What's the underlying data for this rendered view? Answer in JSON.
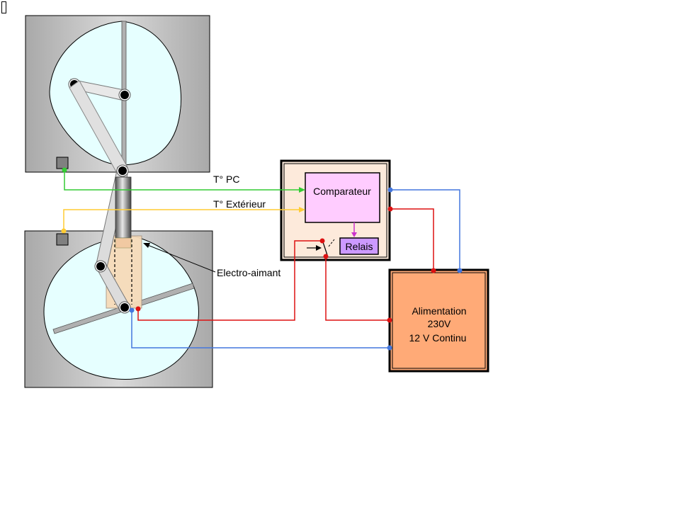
{
  "labels": {
    "temp_pc": "T° PC",
    "temp_exterieur": "T° Extérieur",
    "electro_aimant": "Electro-aimant",
    "comparateur": "Comparateur",
    "relais": "Relais",
    "alimentation_line1": "Alimentation",
    "alimentation_line2": "230V",
    "alimentation_line3": "12 V Continu"
  },
  "colors": {
    "panel_gray": "#c8c8c8",
    "window_fill": "#e6ffff",
    "wire_green": "#33cc33",
    "wire_yellow": "#ffcc33",
    "wire_red": "#dd1111",
    "wire_blue": "#4477dd",
    "wire_magenta": "#cc33cc",
    "comparator_fill": "#ffccff",
    "relay_fill": "#cc99ff",
    "controller_fill": "#fdeadb",
    "power_supply_fill": "#ffaa77",
    "electromagnet_fill": "#f6dbb9"
  }
}
